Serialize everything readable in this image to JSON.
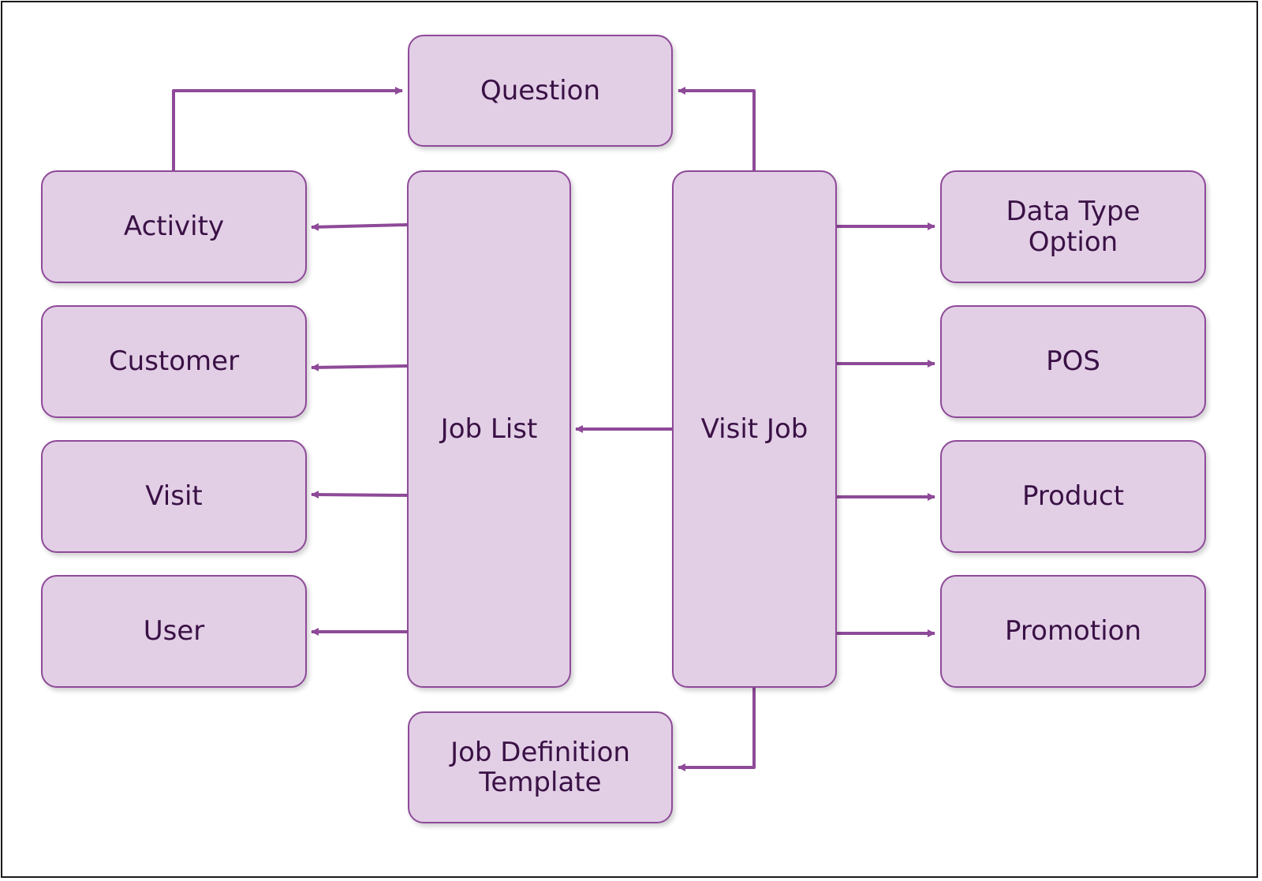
{
  "diagram": {
    "colors": {
      "node_fill": "#e2cfe6",
      "node_border": "#8e4a98",
      "arrow": "#8e4a98",
      "text": "#3a1145"
    },
    "nodes": {
      "question": "Question",
      "activity": "Activity",
      "customer": "Customer",
      "visit": "Visit",
      "user": "User",
      "job_list": "Job List",
      "visit_job": "Visit Job",
      "data_type_option": "Data Type\nOption",
      "pos": "POS",
      "product": "Product",
      "promotion": "Promotion",
      "job_definition_template": "Job Definition\nTemplate"
    },
    "edges": [
      {
        "from": "Activity",
        "to": "Question"
      },
      {
        "from": "Visit Job",
        "to": "Question"
      },
      {
        "from": "Job List",
        "to": "Activity"
      },
      {
        "from": "Job List",
        "to": "Customer"
      },
      {
        "from": "Job List",
        "to": "Visit"
      },
      {
        "from": "Job List",
        "to": "User"
      },
      {
        "from": "Visit Job",
        "to": "Job List"
      },
      {
        "from": "Visit Job",
        "to": "Data Type Option"
      },
      {
        "from": "Visit Job",
        "to": "POS"
      },
      {
        "from": "Visit Job",
        "to": "Product"
      },
      {
        "from": "Visit Job",
        "to": "Promotion"
      },
      {
        "from": "Visit Job",
        "to": "Job Definition Template"
      }
    ]
  }
}
